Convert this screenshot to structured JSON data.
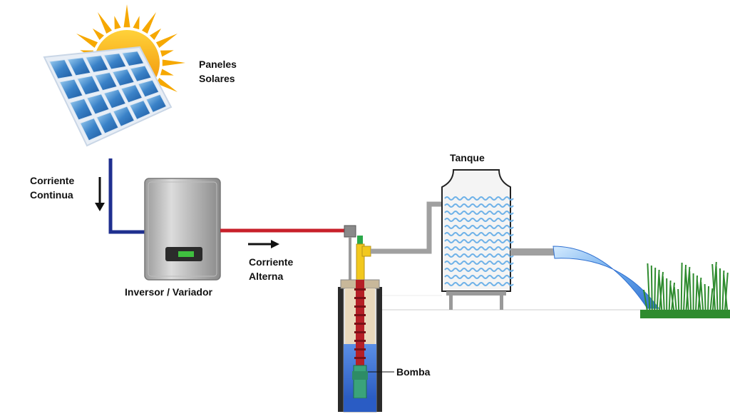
{
  "labels": {
    "panels": [
      "Paneles",
      "Solares"
    ],
    "dc_current": [
      "Corriente",
      "Continua"
    ],
    "inverter": "Inversor / Variador",
    "ac_current": [
      "Corriente",
      "Alterna"
    ],
    "tank": "Tanque",
    "pump": "Bomba"
  },
  "icons": {
    "sun": "sun-icon",
    "solar_panel": "solar-panel-icon",
    "inverter": "inverter-icon",
    "tank": "water-tank-icon",
    "pump": "submersible-pump-icon",
    "grass": "grass-icon"
  },
  "colors": {
    "dc_cable": "#1f2f8f",
    "ac_cable": "#c8202a",
    "pipe": "#a0a0a0",
    "water": "#4a8fe0",
    "grass": "#2e8b2e",
    "sun": "#f6a800",
    "panel": "#3a82c8"
  }
}
